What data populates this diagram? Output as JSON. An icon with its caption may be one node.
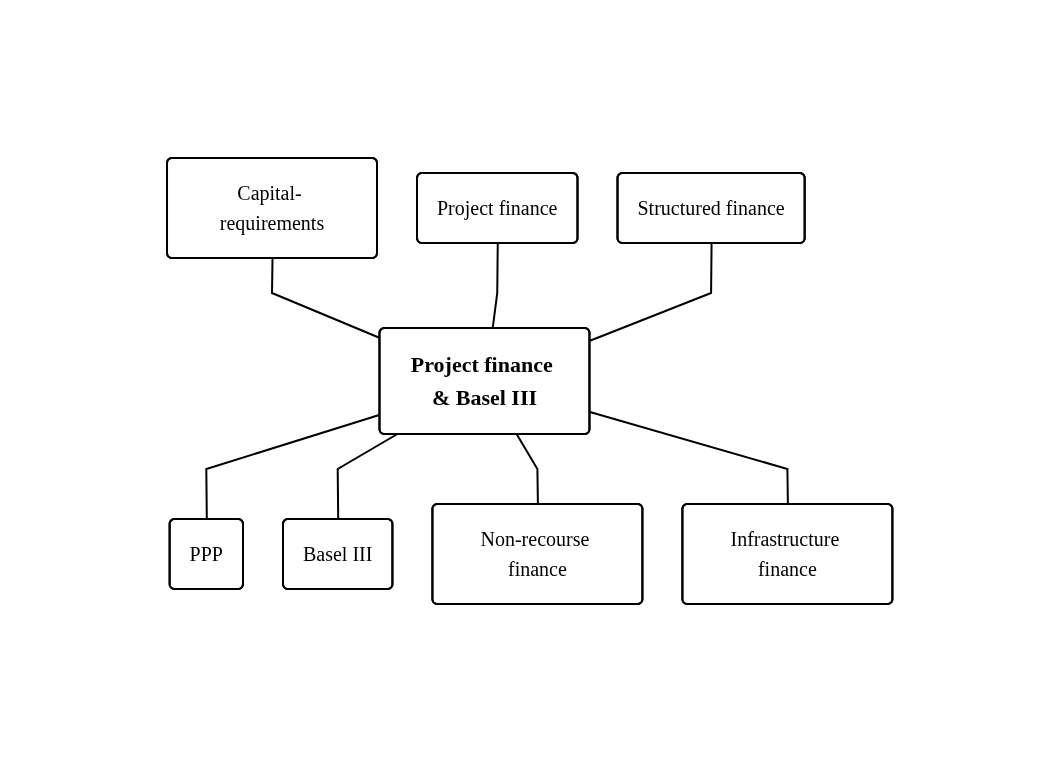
{
  "diagram": {
    "nodes": [
      {
        "text": [
          "Project finance"
        ]
      },
      {
        "text": [
          "Capital- requirements"
        ]
      },
      {
        "text": [
          "Structured finance"
        ]
      },
      {
        "text": [
          "Project finance & Basel III"
        ]
      },
      {
        "text": [
          "PPP"
        ]
      },
      {
        "text": [
          "Infrastructure finance"
        ]
      },
      {
        "text": [
          "Basel III"
        ]
      },
      {
        "text": [
          "Non-recourse finance"
        ]
      }
    ],
    "edges": [
      {
        "from": 1,
        "to": 3,
        "arrow": "none"
      },
      {
        "from": 0,
        "to": 3,
        "arrow": "none"
      },
      {
        "from": 2,
        "to": 3,
        "arrow": "none"
      },
      {
        "from": 3,
        "to": 4,
        "arrow": "none"
      },
      {
        "from": 3,
        "to": 6,
        "arrow": "none"
      },
      {
        "from": 3,
        "to": 7,
        "arrow": "none"
      },
      {
        "from": 3,
        "to": 5,
        "arrow": "none"
      }
    ]
  }
}
